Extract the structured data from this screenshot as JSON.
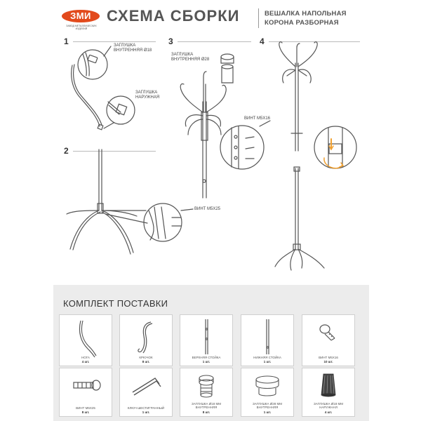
{
  "header": {
    "logo_text": "ЗМИ",
    "logo_sub": "ЗАВОД МЕТАЛЛИЧЕСКИХ ИЗДЕЛИЙ",
    "title": "СХЕМА СБОРКИ",
    "subtitle_line1": "ВЕШАЛКА НАПОЛЬНАЯ",
    "subtitle_line2": "КОРОНА РАЗБОРНАЯ"
  },
  "steps": {
    "s1": {
      "number": "1",
      "callout1_l1": "ЗАГЛУШКА",
      "callout1_l2": "ВНУТРЕННЯЯ Ø18",
      "callout2_l1": "ЗАГЛУШКА",
      "callout2_l2": "НАРУЖНАЯ"
    },
    "s2": {
      "number": "2",
      "callout": "ВИНТ М5х25"
    },
    "s3": {
      "number": "3",
      "callout1_l1": "ЗАГЛУШКА",
      "callout1_l2": "ВНУТРЕННЯЯ Ø28",
      "callout2": "ВИНТ М5х16"
    },
    "s4": {
      "number": "4"
    }
  },
  "kit": {
    "title": "КОМПЛЕКТ ПОСТАВКИ",
    "items": [
      {
        "name": "НОГА",
        "qty": "4 шт."
      },
      {
        "name": "КРЮЧОК",
        "qty": "8 шт."
      },
      {
        "name": "ВЕРХНЯЯ СТОЙКА",
        "qty": "1 шт."
      },
      {
        "name": "НИЖНЯЯ СТОЙКА",
        "qty": "1 шт."
      },
      {
        "name": "ВИНТ М5х16",
        "qty": "10 шт."
      },
      {
        "name": "ВИНТ М5х25",
        "qty": "8 шт."
      },
      {
        "name": "КЛЮЧ ШЕСТИГРАННЫЙ",
        "qty": "1 шт."
      },
      {
        "name_l1": "ЗАГЛУШКА Ø18 ММ",
        "name_l2": "ВНУТРЕННЯЯ",
        "qty": "8 шт."
      },
      {
        "name_l1": "ЗАГЛУШКА Ø28 ММ",
        "name_l2": "ВНУТРЕННЯЯ",
        "qty": "1 шт."
      },
      {
        "name_l1": "ЗАГЛУШКА Ø18 ММ",
        "name_l2": "НАРУЖНАЯ",
        "qty": "4 шт."
      }
    ]
  },
  "colors": {
    "brand": "#e24a1c",
    "arrow": "#f0a030",
    "line": "#555555",
    "panel": "#ececec"
  }
}
